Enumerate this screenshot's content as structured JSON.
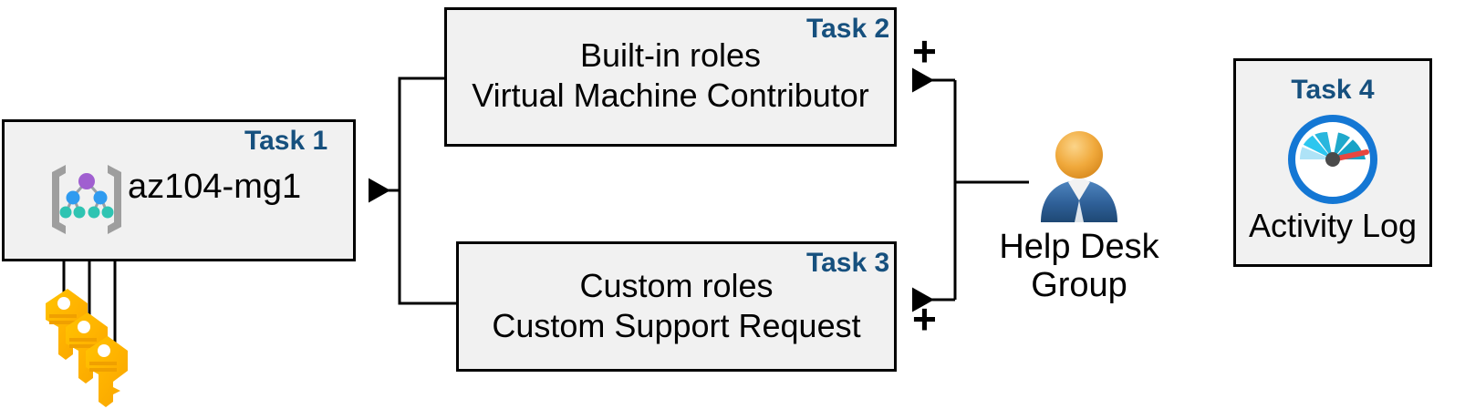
{
  "diagram": {
    "title": "Azure RBAC task diagram",
    "accent_color": "#16507e",
    "box_fill": "#f1f1f1",
    "box_border": "#000000"
  },
  "tasks": [
    {
      "id": "task1",
      "label": "Task 1",
      "title": "az104-mg1",
      "icon": "management-group-icon"
    },
    {
      "id": "task2",
      "label": "Task 2",
      "line1": "Built-in roles",
      "line2": "Virtual Machine Contributor"
    },
    {
      "id": "task3",
      "label": "Task 3",
      "line1": "Custom roles",
      "line2": "Custom Support Request"
    },
    {
      "id": "task4",
      "label": "Task 4",
      "caption": "Activity Log",
      "icon": "activity-log-gauge-icon"
    }
  ],
  "actor": {
    "icon": "user-group-icon",
    "line1": "Help Desk",
    "line2": "Group"
  },
  "keys": {
    "icon": "keys-icon",
    "count": 3
  },
  "operators": {
    "plus_top": "+",
    "plus_bottom": "+"
  }
}
